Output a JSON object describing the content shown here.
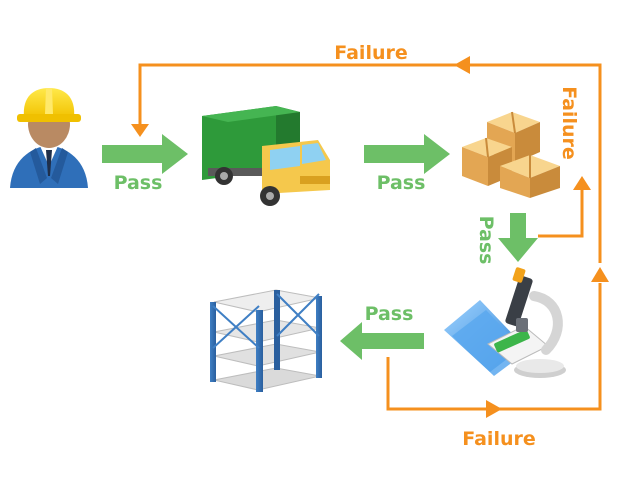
{
  "labels": {
    "pass_1": "Pass",
    "pass_2": "Pass",
    "pass_3": "Pass",
    "pass_4": "Pass",
    "failure_top": "Failure",
    "failure_right": "Failure",
    "failure_bottom": "Failure"
  },
  "nodes": [
    {
      "id": "worker",
      "icon": "worker-icon"
    },
    {
      "id": "truck",
      "icon": "truck-icon"
    },
    {
      "id": "boxes",
      "icon": "boxes-icon"
    },
    {
      "id": "microscope",
      "icon": "microscope-icon"
    },
    {
      "id": "shelving",
      "icon": "shelving-icon"
    }
  ],
  "colors": {
    "pass_arrow": "#6dbf67",
    "pass_text": "#6dbf67",
    "failure_line": "#f5901e",
    "failure_text": "#f5901e"
  }
}
